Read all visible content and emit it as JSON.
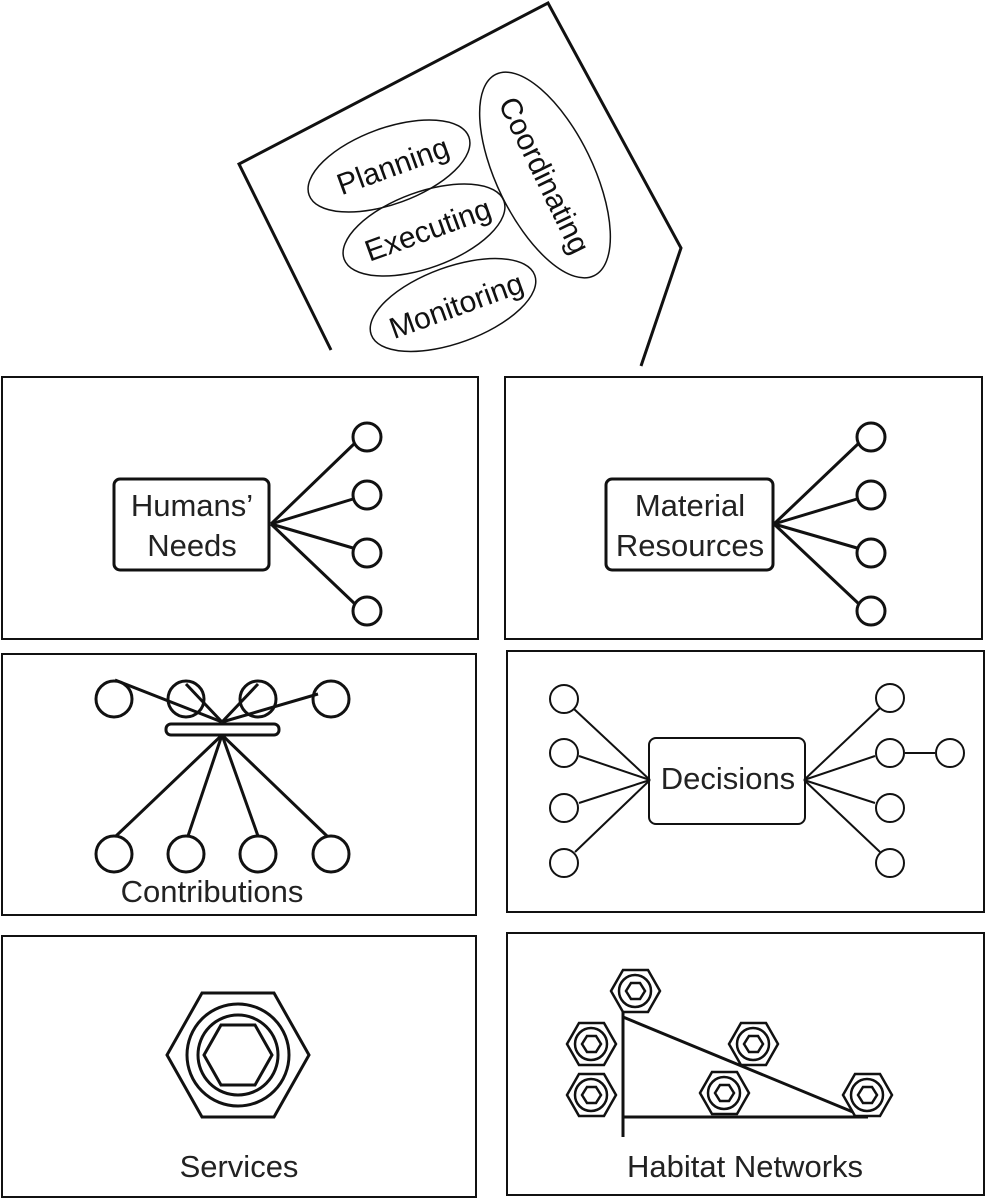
{
  "top_banner": {
    "ovals": {
      "planning": "Planning",
      "executing": "Executing",
      "monitoring": "Monitoring",
      "coordinating": "Coordinating"
    }
  },
  "panels": {
    "humans_needs": {
      "line1": "Humans’",
      "line2": "Needs"
    },
    "material_resources": {
      "line1": "Material",
      "line2": "Resources"
    },
    "contributions": {
      "label": "Contributions"
    },
    "decisions": {
      "label": "Decisions"
    },
    "services": {
      "label": "Services"
    },
    "habitat_networks": {
      "label": "Habitat Networks"
    }
  },
  "colors": {
    "stroke": "#111111",
    "background": "#ffffff",
    "text": "#222222"
  }
}
